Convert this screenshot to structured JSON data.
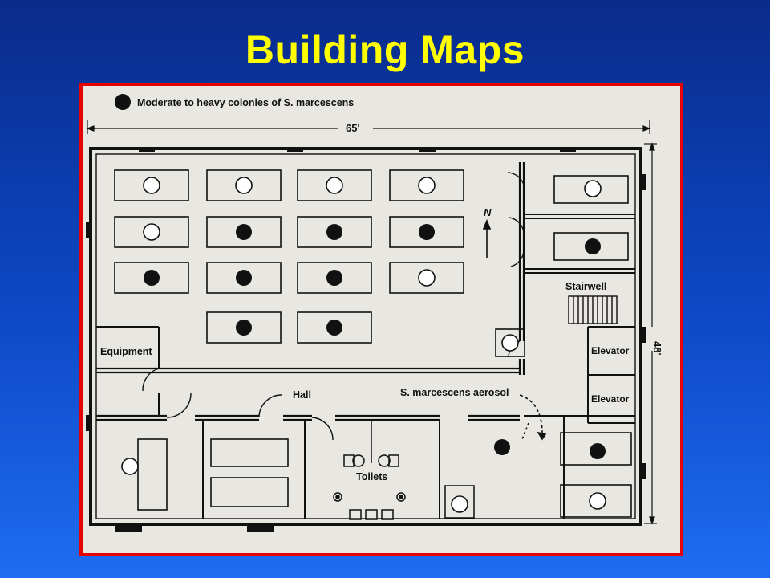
{
  "slide": {
    "title": "Building Maps"
  },
  "floor_plan": {
    "legend": "Moderate to heavy colonies of S. marcescens",
    "dimension_width": "65'",
    "dimension_height": "48'",
    "north": "N",
    "rooms": {
      "equipment": "Equipment",
      "hall": "Hall",
      "stairwell": "Stairwell",
      "elevator_1": "Elevator",
      "elevator_2": "Elevator",
      "toilets": "Toilets"
    },
    "aerosol_label": "S. marcescens aerosol"
  },
  "colors": {
    "title": "#ffff00",
    "frame_border": "#e60000",
    "paper": "#e9e7e1",
    "ink": "#111111"
  }
}
